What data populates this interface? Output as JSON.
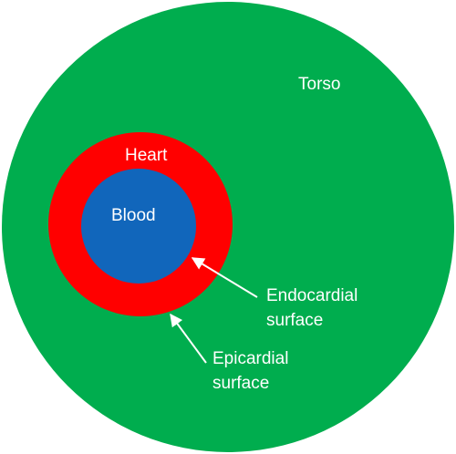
{
  "colors": {
    "torso": "#00ad4e",
    "heart": "#ff0000",
    "blood": "#1166bb",
    "label": "#ffffff",
    "arrow": "#ffffff"
  },
  "labels": {
    "torso": "Torso",
    "heart": "Heart",
    "blood": "Blood",
    "endocardial": [
      "Endocardial",
      "surface"
    ],
    "epicardial": [
      "Epicardial",
      "surface"
    ]
  }
}
